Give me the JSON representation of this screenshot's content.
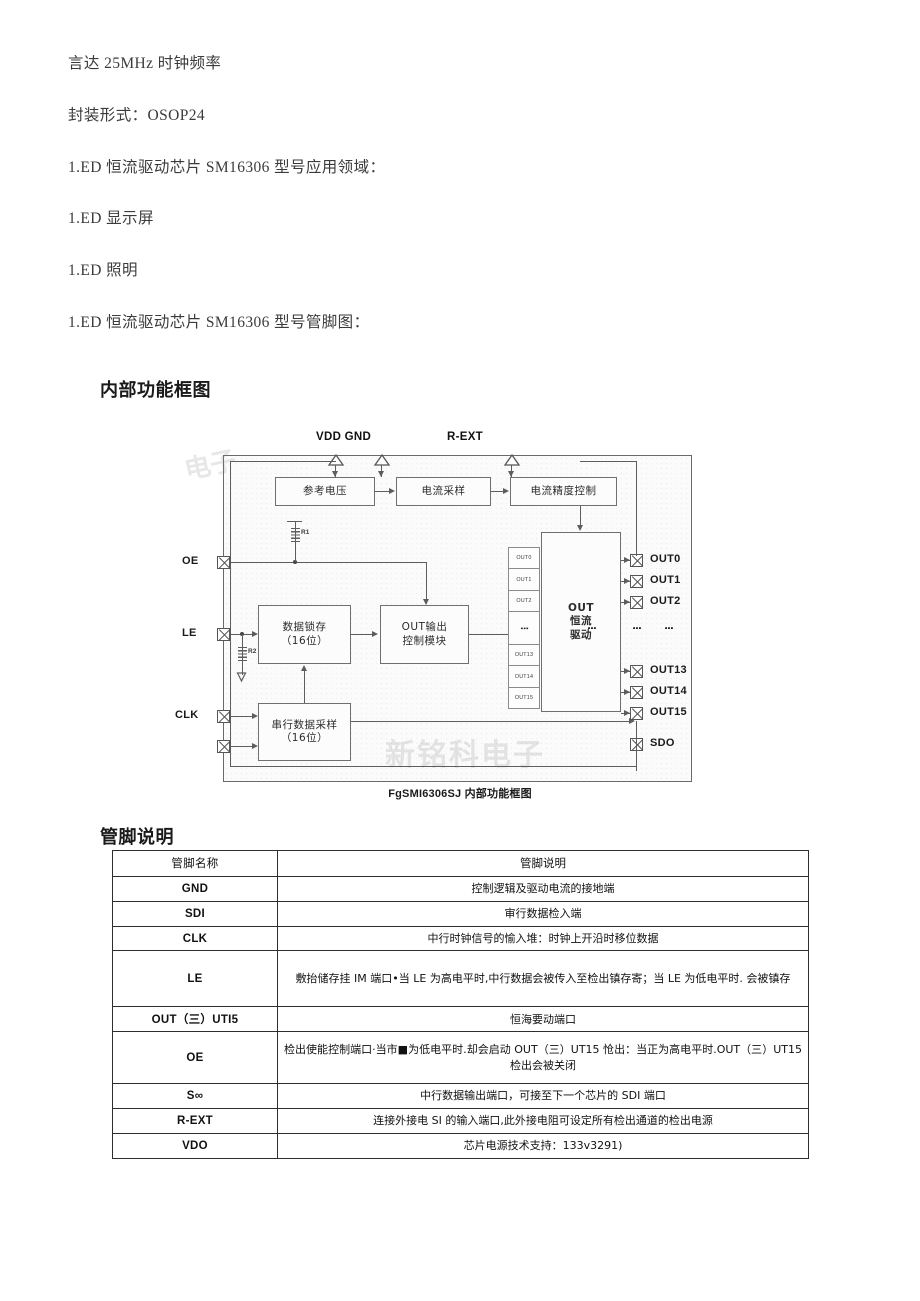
{
  "document": {
    "paragraphs": [
      "言达 25MHz 时钟频率",
      "封装形式：OSOP24",
      "1.ED 恒流驱动芯片 SM16306 型号应用领域：",
      "1.ED 显示屏",
      "1.ED 照明",
      "1.ED 恒流驱动芯片 SM16306 型号管脚图："
    ]
  },
  "sections": {
    "block_diagram_heading": "内部功能框图",
    "pin_description_heading": "管脚说明"
  },
  "figure": {
    "caption_prefix": "FgSMI6306SJ",
    "caption_cn": "内部功能框图",
    "top_labels": {
      "vdd_gnd": "VDD GND",
      "r_ext": "R-EXT"
    },
    "left_pins": [
      "OE",
      "LE",
      "CLK",
      ""
    ],
    "blocks": {
      "reference_voltage": "参考电压",
      "current_sampling": "电流采样",
      "current_accuracy_control": "电流精度控制",
      "data_latch_line1": "数据锁存",
      "data_latch_line2": "（16位）",
      "out_control_line1": "OUT输出",
      "out_control_line2": "控制模块",
      "serial_sampling_line1": "串行数据采样",
      "serial_sampling_line2": "（16位）",
      "out_driver_line1": "OUT",
      "out_driver_line2": "恒流",
      "out_driver_line3": "驱动"
    },
    "bus_cells": [
      "OUT0",
      "OUT1",
      "OUT2",
      "⋮",
      "OUT13",
      "OUT14",
      "OUT15"
    ],
    "right_pins": [
      "OUT0",
      "OUT1",
      "OUT2",
      "⋮",
      "OUT13",
      "OUT14",
      "OUT15",
      "SDO"
    ],
    "resistors": [
      "R1",
      "R2"
    ],
    "watermarks": [
      "电子",
      "新铭科电子"
    ]
  },
  "pin_table": {
    "headers": [
      "管脚名称",
      "管脚说明"
    ],
    "rows": [
      {
        "name": "GND",
        "desc": "控制逻辑及驱动电流的接地端"
      },
      {
        "name": "SDI",
        "desc": "审行数据检入端"
      },
      {
        "name": "CLK",
        "desc": "中行时钟信号的愉入堆：时钟上开沿时移位数据"
      },
      {
        "name": "LE",
        "desc": "敷抬储存挂 IM 端口•当 LE 为高电平时,中行数据会被传入至检出镇存寄；当 LE 为低电平时. 会被镇存"
      },
      {
        "name": "OUT（三）UTI5",
        "desc": "恒海要动端口"
      },
      {
        "name": "OE",
        "desc": "检出使能控制端口·当市■为低电平时.却会启动 OUT（三）UT15 怆出：当正为高电平时.OUT（三）UT15 检出会被关闭"
      },
      {
        "name": "S∞",
        "desc": "中行数据输出端口，可接至下一个芯片的 SDI 端口"
      },
      {
        "name": "R-EXT",
        "desc": "连接外接电 SI 的输入端口,此外接电阻可设定所有检出通道的检出电源"
      },
      {
        "name": "VDO",
        "desc": "芯片电源技术支持：133v3291)"
      }
    ]
  }
}
